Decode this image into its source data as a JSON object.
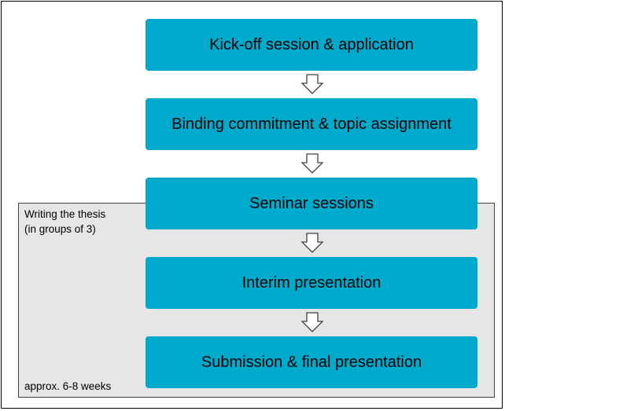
{
  "diagram": {
    "steps": [
      {
        "label": "Kick-off session & application"
      },
      {
        "label": "Binding commitment & topic assignment"
      },
      {
        "label": "Seminar sessions"
      },
      {
        "label": "Interim presentation"
      },
      {
        "label": "Submission & final presentation"
      }
    ],
    "group": {
      "title": "Writing the thesis",
      "subtitle": "(in groups of 3)",
      "duration": "approx. 6-8 weeks"
    },
    "colors": {
      "step_fill": "#00aacc",
      "group_fill": "#e7e6e6",
      "arrow_fill": "#ffffff",
      "outline": "#404040"
    },
    "icons": {
      "connector": "down-arrow-icon"
    }
  }
}
